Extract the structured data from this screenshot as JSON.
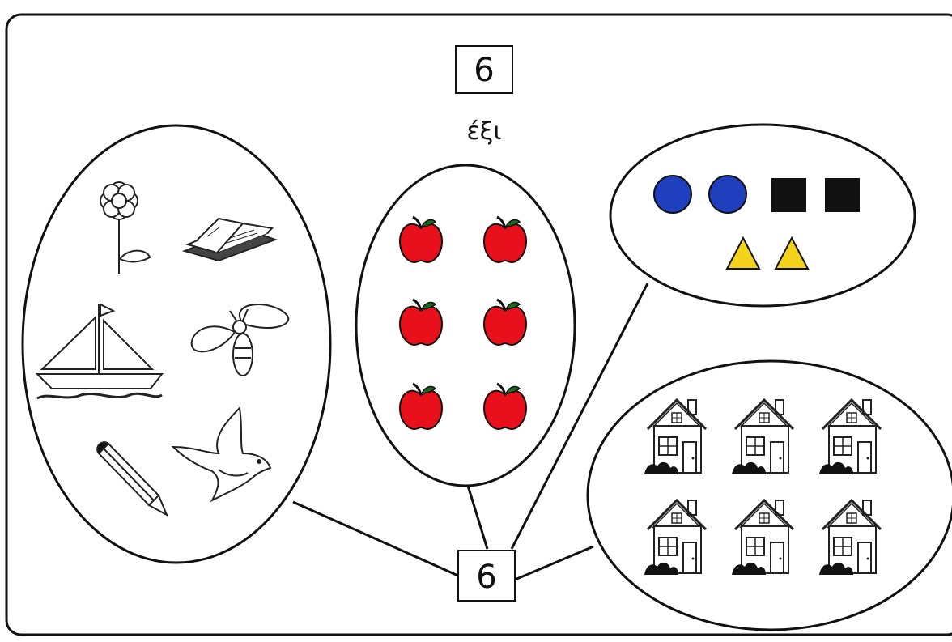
{
  "title_number": "6",
  "title_word": "έξι",
  "bottom_number": "6",
  "groups": [
    {
      "items": [
        "flower",
        "book",
        "sailboat",
        "bee",
        "pencil",
        "bird"
      ]
    },
    {
      "items": [
        "apple",
        "apple",
        "apple",
        "apple",
        "apple",
        "apple"
      ]
    },
    {
      "items": [
        "blue-circle",
        "blue-circle",
        "black-square",
        "black-square",
        "yellow-triangle",
        "yellow-triangle"
      ]
    },
    {
      "items": [
        "house",
        "house",
        "house",
        "house",
        "house",
        "house"
      ]
    }
  ],
  "colors": {
    "apple": "#e8101a",
    "circle": "#1f3fbf",
    "square": "#111111",
    "triangle": "#f2d21a",
    "outline": "#111111"
  }
}
